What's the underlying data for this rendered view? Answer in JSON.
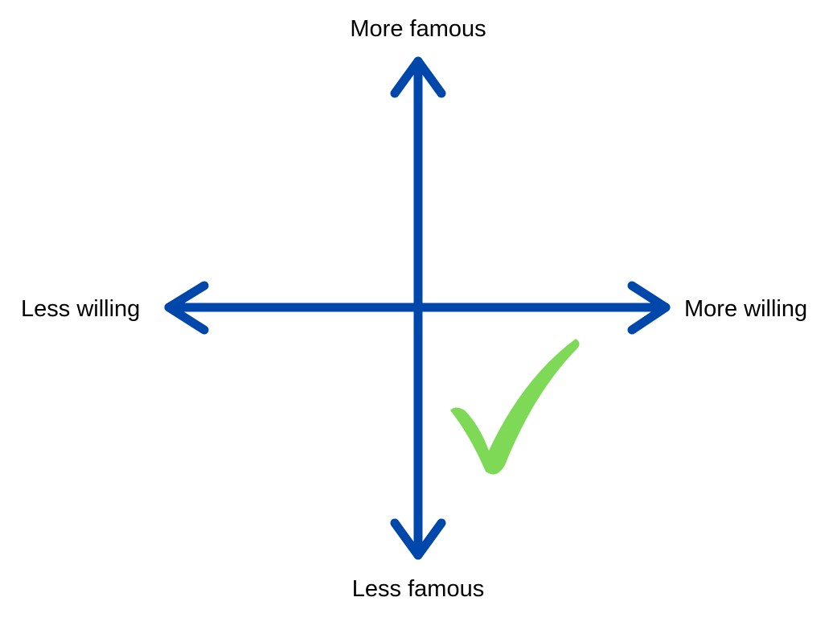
{
  "diagram": {
    "axes": {
      "top_label": "More famous",
      "bottom_label": "Less famous",
      "left_label": "Less willing",
      "right_label": "More willing"
    },
    "colors": {
      "axis": "#0047AB",
      "checkmark": "#7ED957",
      "text": "#000000",
      "background": "#FFFFFF"
    },
    "marker": {
      "icon": "checkmark-icon",
      "quadrant": "bottom-right"
    }
  }
}
